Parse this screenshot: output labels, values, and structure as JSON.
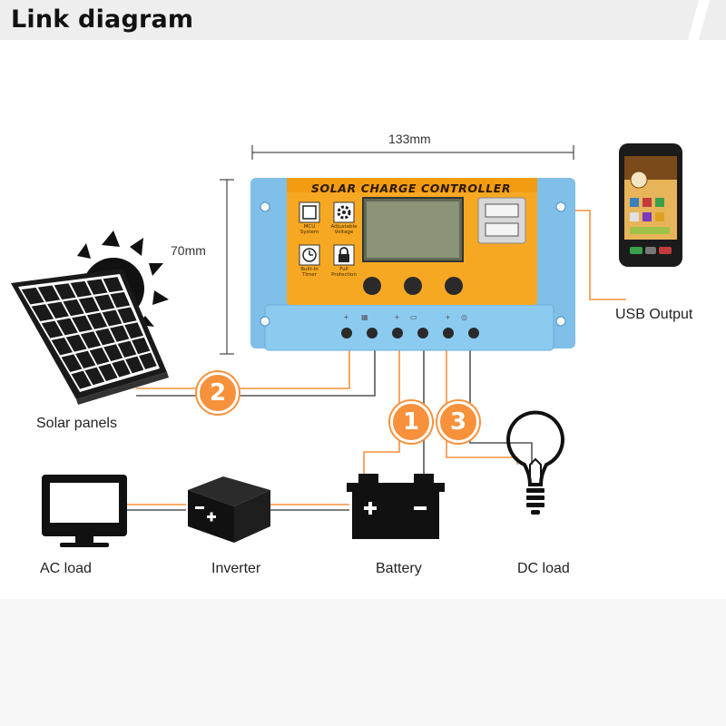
{
  "header": {
    "title": "Link diagram"
  },
  "dimensions": {
    "width": "133mm",
    "height": "70mm"
  },
  "controller": {
    "title": "SOLAR CHARGE CONTROLLER",
    "features": [
      {
        "icon": "chip-icon",
        "label": "MCU System"
      },
      {
        "icon": "gear-icon",
        "label": "Adjustable Voltage"
      },
      {
        "icon": "clock-icon",
        "label": "Built-in Timer"
      },
      {
        "icon": "lock-icon",
        "label": "Full Protection"
      }
    ]
  },
  "labels": {
    "solar": "Solar panels",
    "usb": "USB Output",
    "ac_load": "AC load",
    "inverter": "Inverter",
    "battery": "Battery",
    "dc_load": "DC load"
  },
  "steps": [
    "1",
    "2",
    "3"
  ],
  "colors": {
    "accent": "#f7913b",
    "controller_body": "#7fbfe8",
    "controller_face": "#f7a823",
    "header_bar": "#eeeeee"
  }
}
